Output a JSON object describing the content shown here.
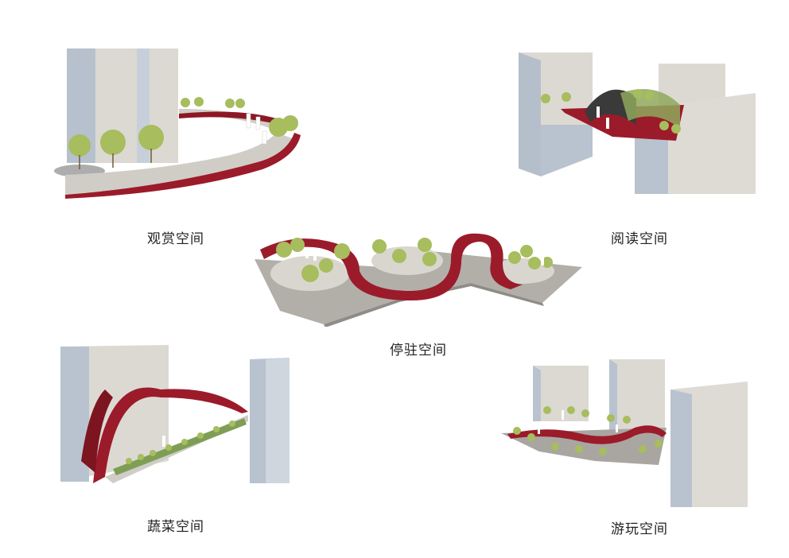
{
  "captions": {
    "viewing": "观赏空间",
    "reading": "阅读空间",
    "resting": "停驻空间",
    "vegetable": "蔬菜空间",
    "playing": "游玩空间"
  },
  "colors": {
    "ribbon": "#9b1b2a",
    "ribbon_dark": "#6f1019",
    "building_light": "#dedbd5",
    "building_blue": "#b9c3cf",
    "building_shadow": "#9aa6b4",
    "pavement": "#c9c6c0",
    "pavement_dark": "#a9a6a1",
    "tree": "#a7bd5e",
    "trunk": "#6d5a36"
  }
}
